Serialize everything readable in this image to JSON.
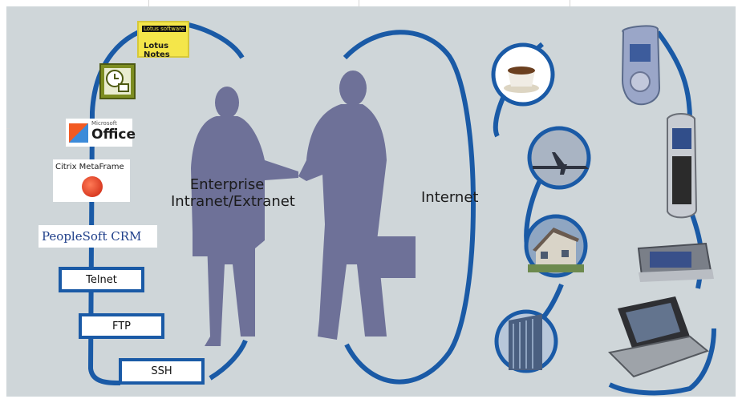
{
  "labels": {
    "enterprise": [
      "Enterprise",
      "Intranet/Extranet"
    ],
    "internet": "Internet"
  },
  "logos": {
    "lotus_top": "Lotus software",
    "lotus_bottom": "Lotus Notes",
    "office_small": "Microsoft",
    "office": "Office",
    "citrix": "Citrix MetaFrame",
    "peoplesoft": "PeopleSoft CRM"
  },
  "protocols": [
    "Telnet",
    "FTP",
    "SSH"
  ],
  "colors": {
    "panel": "#cfd6d9",
    "arc": "#1a5aa6",
    "silhouette": "#6d6f96",
    "protocol_border": "#1a5aa6"
  },
  "icons": [
    "coffee-cup-icon",
    "airplane-icon",
    "house-icon",
    "office-building-icon",
    "nokia-3650-icon",
    "nokia-phone-icon",
    "nokia-communicator-icon",
    "laptop-icon"
  ]
}
